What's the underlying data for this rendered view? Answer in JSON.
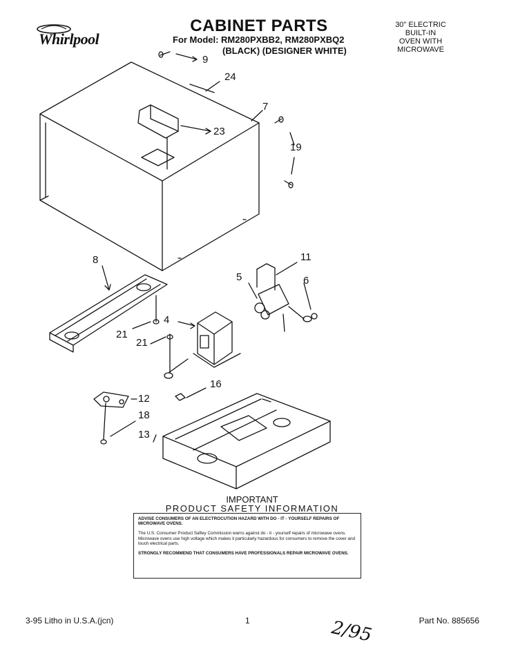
{
  "header": {
    "brand": "Whirlpool",
    "title": "CABINET PARTS",
    "model_line": "For Model: RM280PXBB2, RM280PXBQ2",
    "finish_line": "(BLACK)  (DESIGNER WHITE)",
    "product_type": [
      "30\" ELECTRIC",
      "BUILT-IN",
      "OVEN WITH",
      "MICROWAVE"
    ]
  },
  "callouts": {
    "c9": "9",
    "c24": "24",
    "c7": "7",
    "c23": "23",
    "c19": "19",
    "c8": "8",
    "c11": "11",
    "c5": "5",
    "c6": "6",
    "c4": "4",
    "c21a": "21",
    "c21b": "21",
    "c16": "16",
    "c12": "12",
    "c18": "18",
    "c13": "13"
  },
  "important": {
    "heading": "IMPORTANT",
    "subheading": "PRODUCT  SAFETY  INFORMATION"
  },
  "safety_box": {
    "p1": "ADVISE CONSUMERS OF AN ELECTROCUTION HAZARD WITH DO - IT - YOURSELF REPAIRS OF MICROWAVE OVENS.",
    "p2": "The U.S. Consumer Product Saftey Commission warns against do - it - yourself repairs of microwave ovens. Microwave ovens use high voltage which makes it particularly hazardous for consumers to remove the cover and touch electrical parts.",
    "p3": "STRONGLY RECOMMEND THAT CONSUMERS HAVE PROFESSIONALS REPAIR MICROWAVE OVENS."
  },
  "footer": {
    "left": "3-95  Litho in U.S.A.(jcn)",
    "page": "1",
    "part_no": "Part No. 885656",
    "handwritten": "2/95"
  }
}
